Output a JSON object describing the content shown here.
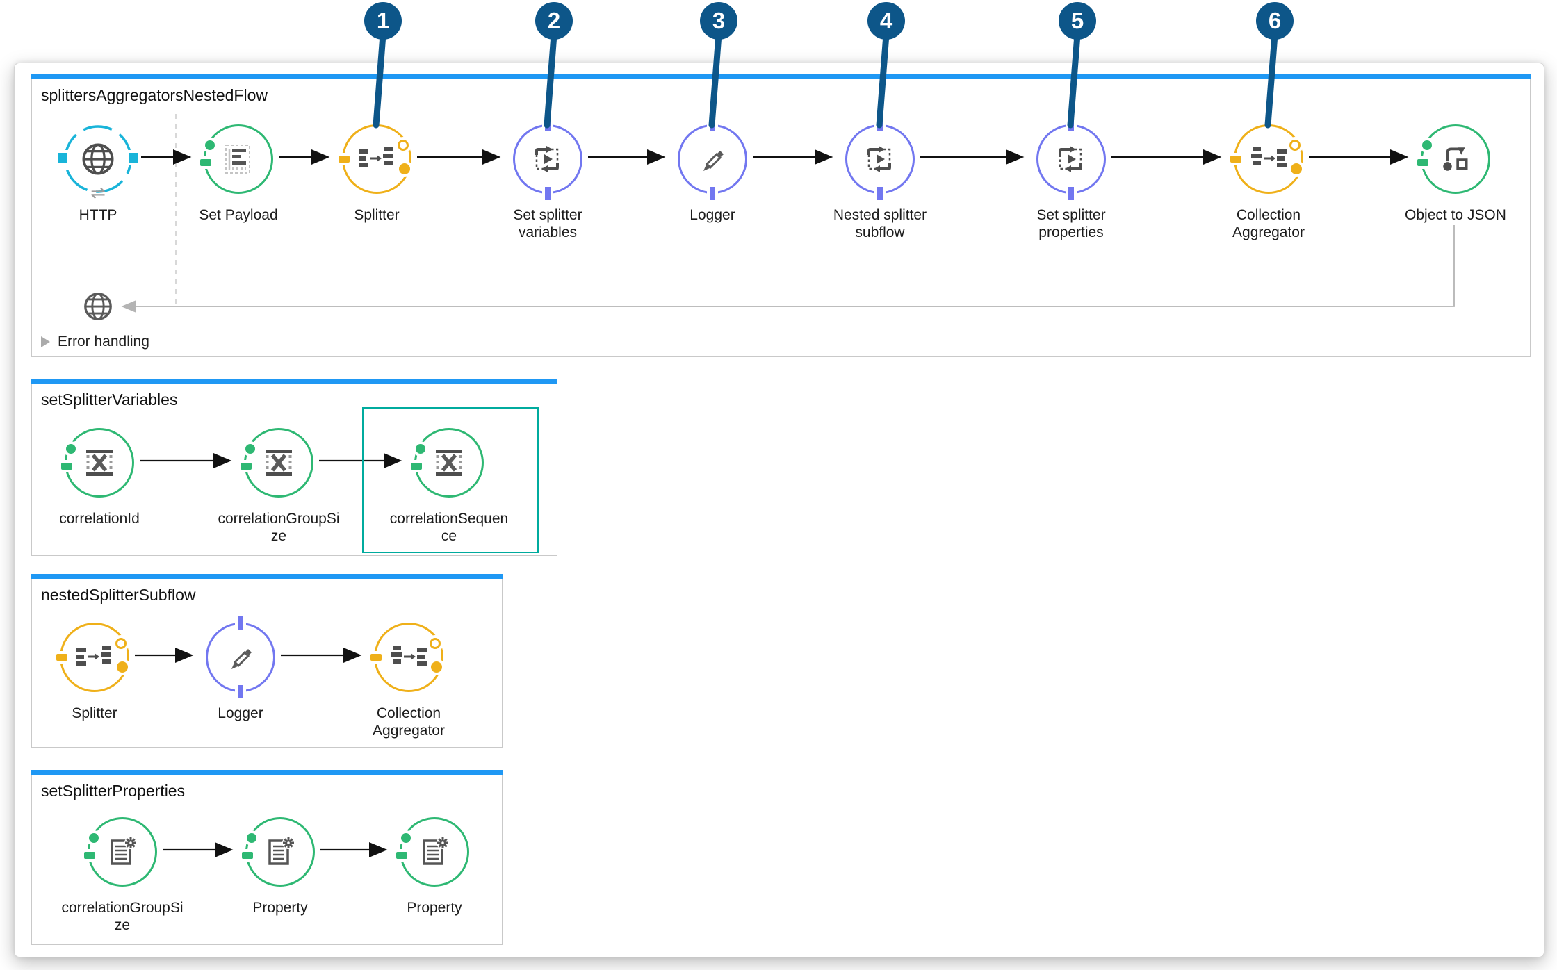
{
  "colors": {
    "flow_top_bar": "#1f98f4",
    "callout_pin": "#0d5689",
    "selection_outline": "#00ab9e",
    "http_connector": "#19b4d9",
    "green_component": "#2eb873",
    "yellow_component": "#efb019",
    "purple_component": "#7277f0",
    "icon_gray": "#4e4e4e"
  },
  "callouts": [
    "1",
    "2",
    "3",
    "4",
    "5",
    "6"
  ],
  "flows": [
    {
      "title": "splittersAggregatorsNestedFlow",
      "error_handling": "Error handling",
      "nodes": [
        {
          "label": "HTTP"
        },
        {
          "label": "Set Payload"
        },
        {
          "label": "Splitter"
        },
        {
          "label": "Set splitter\nvariables"
        },
        {
          "label": "Logger"
        },
        {
          "label": "Nested splitter\nsubflow"
        },
        {
          "label": "Set splitter\nproperties"
        },
        {
          "label": "Collection\nAggregator"
        },
        {
          "label": "Object to JSON"
        }
      ]
    },
    {
      "title": "setSplitterVariables",
      "nodes": [
        {
          "label": "correlationId"
        },
        {
          "label": "correlationGroupSi\nze"
        },
        {
          "label": "correlationSequen\nce"
        }
      ]
    },
    {
      "title": "nestedSplitterSubflow",
      "nodes": [
        {
          "label": "Splitter"
        },
        {
          "label": "Logger"
        },
        {
          "label": "Collection\nAggregator"
        }
      ]
    },
    {
      "title": "setSplitterProperties",
      "nodes": [
        {
          "label": "correlationGroupSi\nze"
        },
        {
          "label": "Property"
        },
        {
          "label": "Property"
        }
      ]
    }
  ]
}
